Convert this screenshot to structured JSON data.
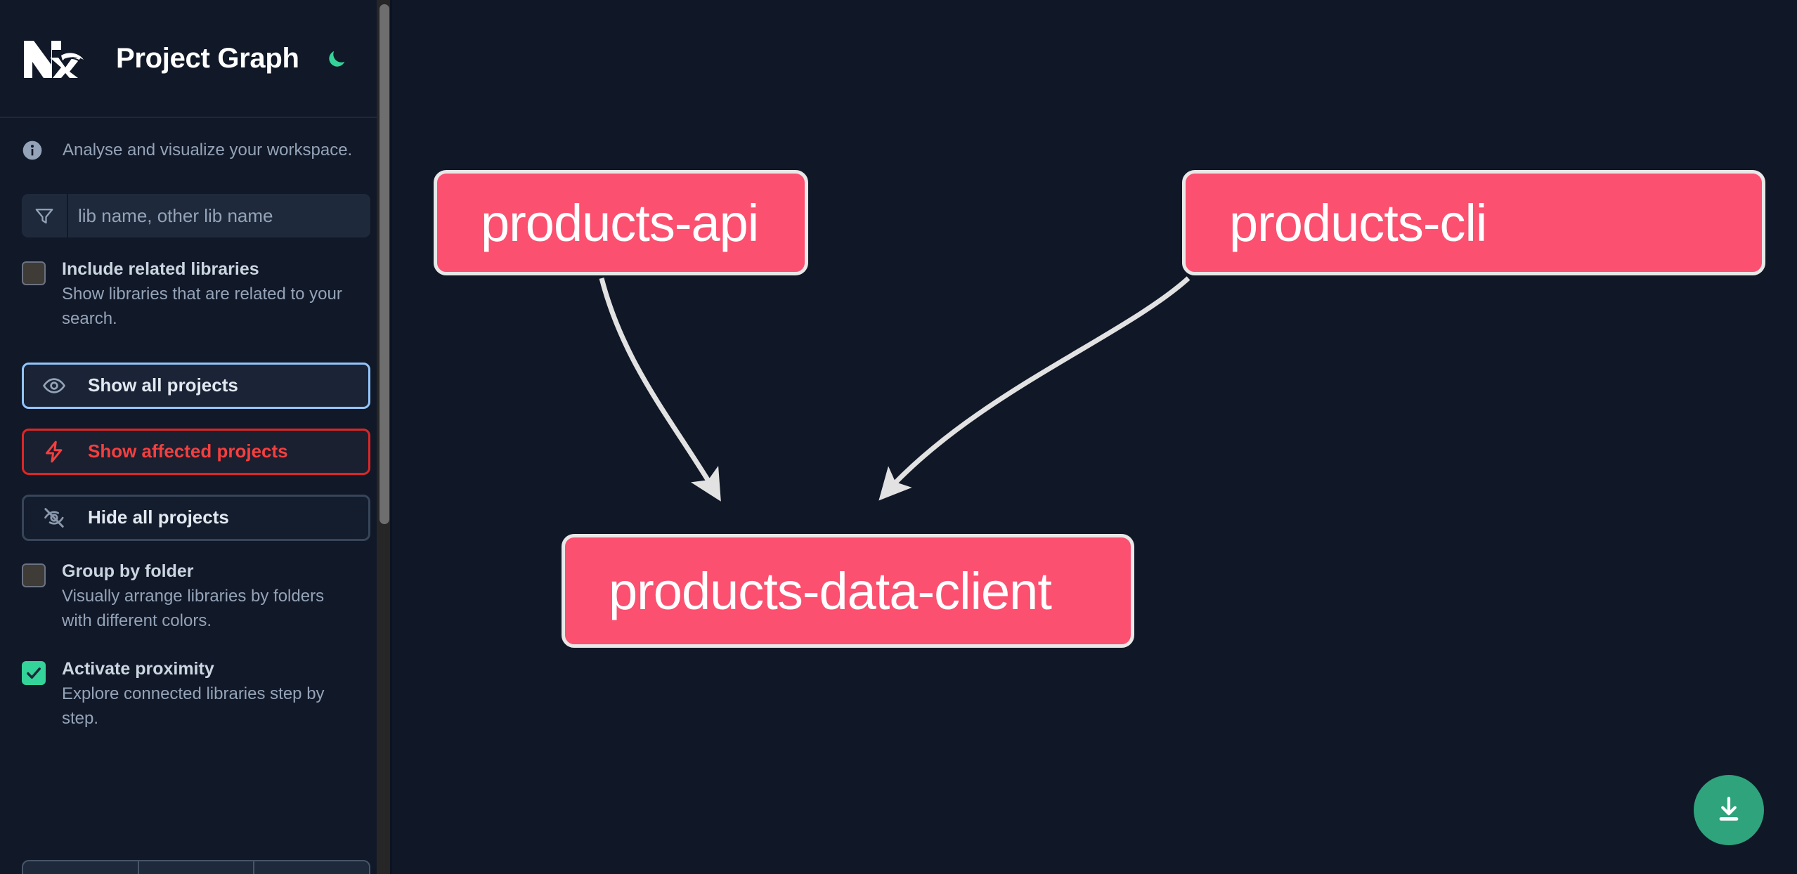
{
  "header": {
    "logo_name": "nx-logo",
    "title": "Project Graph",
    "theme_toggle_icon": "moon-icon",
    "theme_accent": "#34d399"
  },
  "sidebar": {
    "tagline": "Analyse and visualize your workspace.",
    "tagline_icon": "info-icon",
    "search": {
      "icon": "filter-icon",
      "placeholder": "lib name, other lib name",
      "value": ""
    },
    "options_top": [
      {
        "name": "include-related-libraries",
        "title": "Include related libraries",
        "description": "Show libraries that are related to your search.",
        "checked": false
      }
    ],
    "buttons": [
      {
        "name": "show-all-projects",
        "label": "Show all projects",
        "icon": "eye-icon",
        "border_color": "#93c5fd",
        "text_color": "#e2e8f0"
      },
      {
        "name": "show-affected-projects",
        "label": "Show affected projects",
        "icon": "lightning-icon",
        "border_color": "#dc2626",
        "text_color": "#f43f3f"
      },
      {
        "name": "hide-all-projects",
        "label": "Hide all projects",
        "icon": "eye-off-icon",
        "border_color": "#374559",
        "text_color": "#e2e8f0"
      }
    ],
    "options_bottom": [
      {
        "name": "group-by-folder",
        "title": "Group by folder",
        "description": "Visually arrange libraries by folders with different colors.",
        "checked": false
      },
      {
        "name": "activate-proximity",
        "title": "Activate proximity",
        "description": "Explore connected libraries step by step.",
        "checked": true
      }
    ],
    "scrollbar_visible": true
  },
  "graph": {
    "background": "#101827",
    "node_fill": "#fb5070",
    "node_border": "#e8e8e8",
    "edge_color": "#e2e2e2",
    "nodes": [
      {
        "id": "products-api",
        "label": "products-api"
      },
      {
        "id": "products-cli",
        "label": "products-cli"
      },
      {
        "id": "products-data-client",
        "label": "products-data-client"
      }
    ],
    "edges": [
      {
        "from": "products-api",
        "to": "products-data-client"
      },
      {
        "from": "products-cli",
        "to": "products-data-client"
      }
    ],
    "download_button": {
      "name": "download-graph-button",
      "icon": "download-icon",
      "color": "#2fa37c"
    }
  }
}
